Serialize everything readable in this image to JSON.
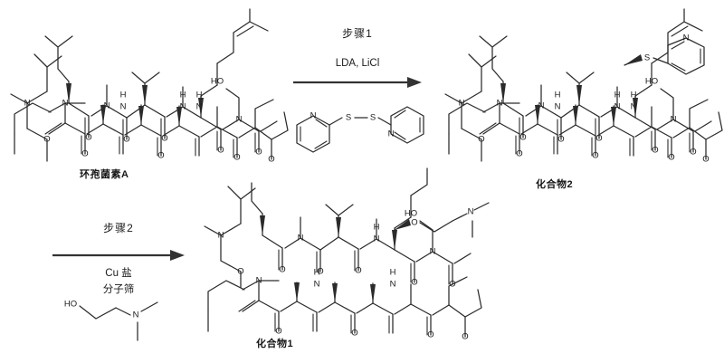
{
  "scheme": {
    "title_hidden": "",
    "type": "chemical-reaction-scheme",
    "compounds": [
      {
        "id": "cyclosporin-a",
        "label": "环孢菌素A",
        "label_en_meaning": "Cyclosporin A",
        "position": "top-left"
      },
      {
        "id": "compound-2",
        "label": "化合物2",
        "label_en_meaning": "Compound 2",
        "position": "top-right"
      },
      {
        "id": "compound-1",
        "label": "化合物1",
        "label_en_meaning": "Compound 1",
        "position": "bottom-center"
      }
    ],
    "steps": [
      {
        "id": "step-1",
        "step_label": "步骤1",
        "reagents_line": "LDA, LiCl",
        "reagent_structure_name": "2,2'-dipyridyl disulfide",
        "reagent_atoms": [
          "N",
          "S",
          "S",
          "N"
        ],
        "direction": "left-to-right"
      },
      {
        "id": "step-2",
        "step_label": "步骤2",
        "reagent_lines": [
          "Cu 盐",
          "分子筛"
        ],
        "reagent_structure_name": "N,N-dimethylethanolamine",
        "reagent_atoms": [
          "HO",
          "N"
        ],
        "direction": "left-to-right"
      }
    ]
  },
  "atoms": {
    "N": "N",
    "O": "O",
    "S": "S",
    "H": "H",
    "HO": "HO",
    "NH": "N",
    "NH_h": "H"
  },
  "colors": {
    "bond": "#2b2b2b",
    "text": "#1b1b1b",
    "arrow": "#333333",
    "background": "#ffffff"
  }
}
